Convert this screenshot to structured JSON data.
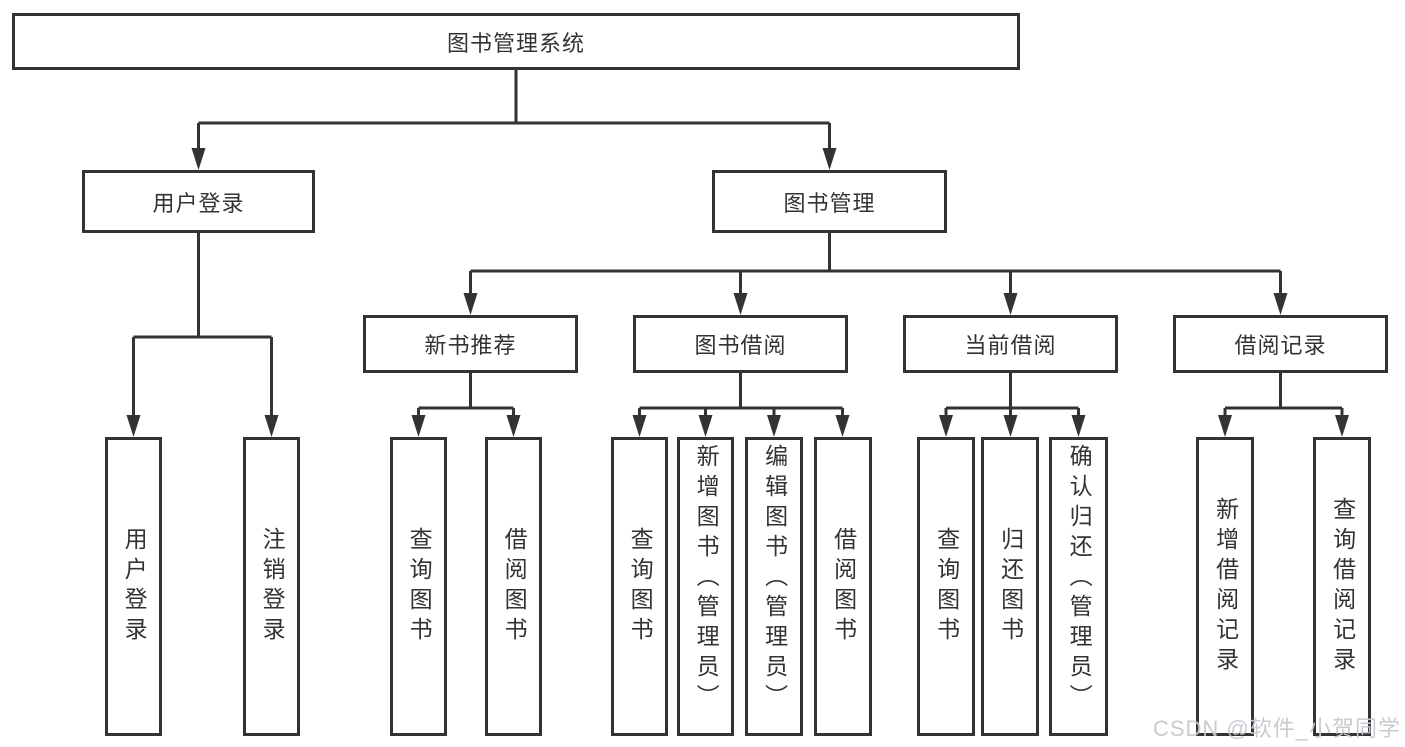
{
  "tree": {
    "root": {
      "label": "图书管理系统",
      "children": [
        {
          "label": "用户登录",
          "children": [
            {
              "label": "用户登录"
            },
            {
              "label": "注销登录"
            }
          ]
        },
        {
          "label": "图书管理",
          "children": [
            {
              "label": "新书推荐",
              "children": [
                {
                  "label": "查询图书"
                },
                {
                  "label": "借阅图书"
                }
              ]
            },
            {
              "label": "图书借阅",
              "children": [
                {
                  "label": "查询图书"
                },
                {
                  "label": "新增图书（管理员）"
                },
                {
                  "label": "编辑图书（管理员）"
                },
                {
                  "label": "借阅图书"
                }
              ]
            },
            {
              "label": "当前借阅",
              "children": [
                {
                  "label": "查询图书"
                },
                {
                  "label": "归还图书"
                },
                {
                  "label": "确认归还（管理员）"
                }
              ]
            },
            {
              "label": "借阅记录",
              "children": [
                {
                  "label": "新增借阅记录"
                },
                {
                  "label": "查询借阅记录"
                }
              ]
            }
          ]
        }
      ]
    }
  },
  "watermark": {
    "text": "CSDN @软件_小贺同学"
  },
  "colors": {
    "background": "#ffffff",
    "line": "#333333",
    "text": "#333333",
    "watermark": "#c6c9cf"
  }
}
